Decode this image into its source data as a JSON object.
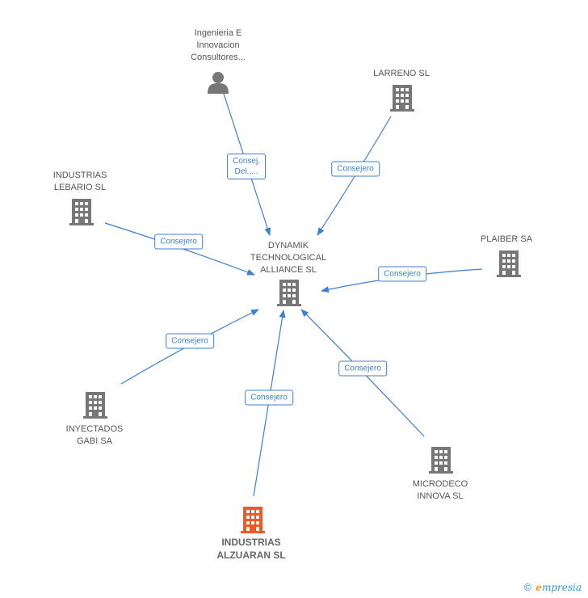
{
  "colors": {
    "edge": "#3d7fd1",
    "company": "#777777",
    "focus": "#f05a28"
  },
  "center": {
    "id": "dynamik",
    "label_lines": [
      "DYNAMIK",
      "TECHNOLOGICAL",
      "ALLIANCE SL"
    ]
  },
  "nodes": [
    {
      "id": "ingenieria",
      "type": "person",
      "label_lines": [
        "Ingenieria E",
        "Innovacion",
        "Consultores..."
      ]
    },
    {
      "id": "larreno",
      "type": "company",
      "label_lines": [
        "LARRENO SL"
      ]
    },
    {
      "id": "lebario",
      "type": "company",
      "label_lines": [
        "INDUSTRIAS",
        "LEBARIO SL"
      ]
    },
    {
      "id": "plaiber",
      "type": "company",
      "label_lines": [
        "PLAIBER SA"
      ]
    },
    {
      "id": "gabi",
      "type": "company",
      "label_lines": [
        "INYECTADOS",
        "GABI SA"
      ]
    },
    {
      "id": "microdeco",
      "type": "company",
      "label_lines": [
        "MICRODECO",
        "INNOVA SL"
      ]
    },
    {
      "id": "alzuaran",
      "type": "focus",
      "label_lines": [
        "INDUSTRIAS",
        "ALZUARAN SL"
      ]
    }
  ],
  "edges": [
    {
      "from": "ingenieria",
      "to": "dynamik",
      "label_lines": [
        "Consej.",
        "Del.,..."
      ]
    },
    {
      "from": "larreno",
      "to": "dynamik",
      "label_lines": [
        "Consejero"
      ]
    },
    {
      "from": "lebario",
      "to": "dynamik",
      "label_lines": [
        "Consejero"
      ]
    },
    {
      "from": "plaiber",
      "to": "dynamik",
      "label_lines": [
        "Consejero"
      ]
    },
    {
      "from": "gabi",
      "to": "dynamik",
      "label_lines": [
        "Consejero"
      ]
    },
    {
      "from": "microdeco",
      "to": "dynamik",
      "label_lines": [
        "Consejero"
      ]
    },
    {
      "from": "alzuaran",
      "to": "dynamik",
      "label_lines": [
        "Consejero"
      ]
    }
  ],
  "footer": {
    "copyright": "©",
    "brand_first": "e",
    "brand_rest": "mpresia"
  }
}
